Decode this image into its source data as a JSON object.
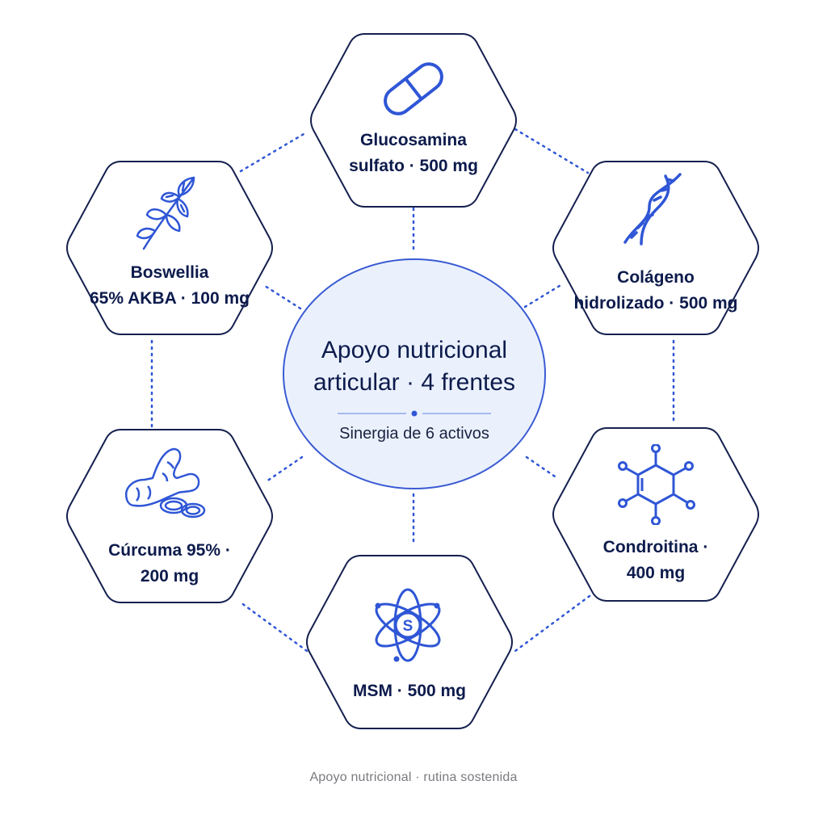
{
  "center": {
    "title_line1": "Apoyo nutricional",
    "title_line2": "articular · 4 frentes",
    "subtitle": "Sinergia de 6 activos"
  },
  "nodes": [
    {
      "key": "glucosamina",
      "line1": "Glucosamina",
      "line2": "sulfato · 500 mg",
      "icon": "capsule-icon"
    },
    {
      "key": "colageno",
      "line1": "Colágeno",
      "line2": "hidrolizado · 500 mg",
      "icon": "dna-icon"
    },
    {
      "key": "condroitina",
      "line1": "Condroitina ·",
      "line2": "400 mg",
      "icon": "molecule-icon"
    },
    {
      "key": "msm",
      "line1": "MSM · 500 mg",
      "line2": "",
      "icon": "atom-icon"
    },
    {
      "key": "curcuma",
      "line1": "Cúrcuma 95% ·",
      "line2": "200 mg",
      "icon": "turmeric-root-icon"
    },
    {
      "key": "boswellia",
      "line1": "Boswellia",
      "line2": "65% AKBA · 100 mg",
      "icon": "leaf-branch-icon"
    }
  ],
  "icon_letters": {
    "atom_symbol": "S"
  },
  "footer": "Apoyo nutricional · rutina sostenida",
  "colors": {
    "accent": "#2f56d6",
    "outline": "#15204f",
    "hub_fill": "#eaf1fd",
    "hub_border": "#3a5bd3"
  }
}
